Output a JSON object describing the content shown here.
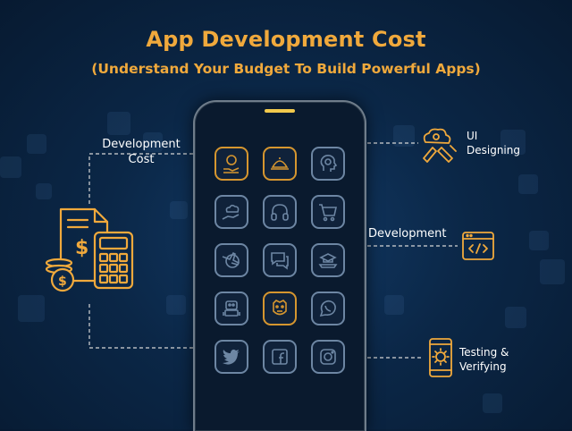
{
  "header": {
    "title": "App Development Cost",
    "subtitle": "(Understand Your Budget To Build Powerful Apps)"
  },
  "labels": {
    "development_cost": [
      "Development",
      "Cost"
    ],
    "ui_designing": [
      "UI",
      "Designing"
    ],
    "development": "Development",
    "testing": [
      "Testing &",
      "Verifying"
    ]
  },
  "phone_apps": [
    {
      "icon": "money-hand-icon",
      "accent": true
    },
    {
      "icon": "food-cloche-icon",
      "accent": true
    },
    {
      "icon": "head-profile-icon",
      "accent": false
    },
    {
      "icon": "cloud-hand-icon",
      "accent": false
    },
    {
      "icon": "headphones-icon",
      "accent": false
    },
    {
      "icon": "shopping-cart-icon",
      "accent": false
    },
    {
      "icon": "airplane-globe-icon",
      "accent": false
    },
    {
      "icon": "chat-icon",
      "accent": false
    },
    {
      "icon": "graduation-laptop-icon",
      "accent": false
    },
    {
      "icon": "robot-icon",
      "accent": false
    },
    {
      "icon": "gorilla-icon",
      "accent": true
    },
    {
      "icon": "whatsapp-icon",
      "accent": false
    },
    {
      "icon": "twitter-icon",
      "accent": false
    },
    {
      "icon": "facebook-icon",
      "accent": false
    },
    {
      "icon": "instagram-icon",
      "accent": false
    }
  ],
  "colors": {
    "accent": "#f0a93c",
    "icon_gold": "#d6962f",
    "icon_blue": "#6d86a3",
    "background": "#0b2747",
    "notch": "#f2c94c"
  }
}
